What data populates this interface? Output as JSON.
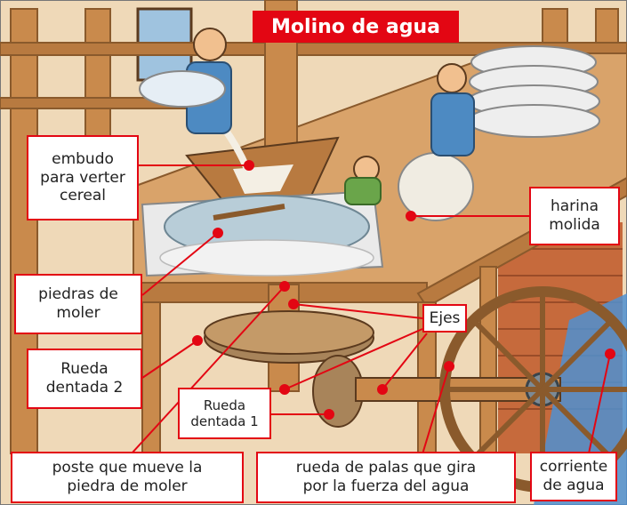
{
  "title": "Molino de agua",
  "labels": {
    "funnel": "embudo\npara verter\ncereal",
    "millstones": "piedras de\nmoler",
    "gear2": "Rueda\ndentada 2",
    "gear1": "Rueda\ndentada 1",
    "post": "poste que mueve la\npiedra de moler",
    "paddle_wheel": "rueda de palas que gira\npor la fuerza del agua",
    "flour": "harina\nmolida",
    "axles": "Ejes",
    "water": "corriente\nde agua"
  },
  "colors": {
    "accent": "#e30613",
    "wood": "#c98a4c",
    "wall": "#e8cfae",
    "brick": "#c66a3c",
    "stone": "#b8cdd8",
    "water": "#4f8fd0"
  }
}
